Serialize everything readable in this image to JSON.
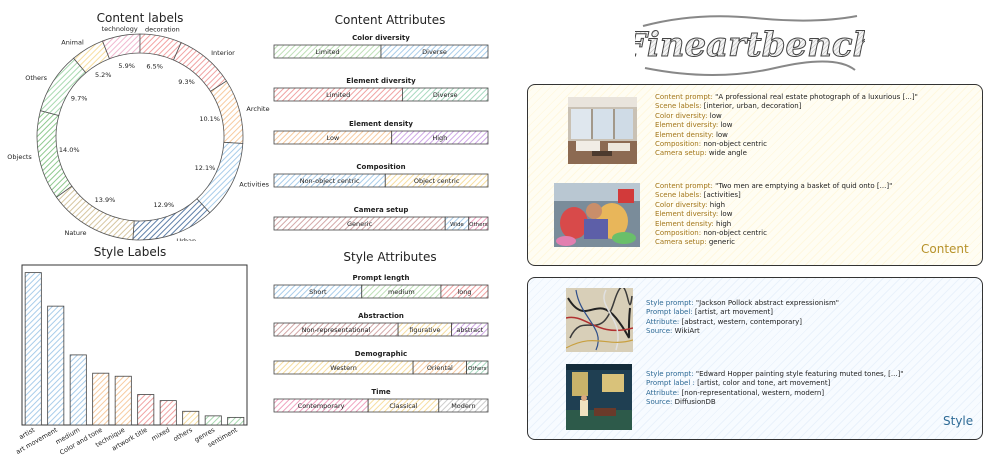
{
  "logo": {
    "text": "Fineartbench"
  },
  "content_labels": {
    "title": "Content labels"
  },
  "style_labels": {
    "title": "Style Labels"
  },
  "content_attributes": {
    "title": "Content Attributes",
    "groups": [
      {
        "name": "Color diversity",
        "segments": [
          {
            "label": "Limited",
            "share": 0.5,
            "color": "#bfe0b8"
          },
          {
            "label": "Diverse",
            "share": 0.5,
            "color": "#a9cdea"
          }
        ]
      },
      {
        "name": "Element diversity",
        "segments": [
          {
            "label": "Limited",
            "share": 0.6,
            "color": "#f0a3a3"
          },
          {
            "label": "Diverse",
            "share": 0.4,
            "color": "#a8d9c0"
          }
        ]
      },
      {
        "name": "Element density",
        "segments": [
          {
            "label": "Low",
            "share": 0.55,
            "color": "#f7cba0"
          },
          {
            "label": "High",
            "share": 0.45,
            "color": "#cfa8e6"
          }
        ]
      },
      {
        "name": "Composition",
        "segments": [
          {
            "label": "Non-object centric",
            "share": 0.52,
            "color": "#a9cdea"
          },
          {
            "label": "Object centric",
            "share": 0.48,
            "color": "#f7dea0"
          }
        ]
      },
      {
        "name": "Camera setup",
        "segments": [
          {
            "label": "Generic",
            "share": 0.8,
            "color": "#d3a8a8"
          },
          {
            "label": "Wide",
            "share": 0.11,
            "color": "#a9cdea"
          },
          {
            "label": "Others",
            "share": 0.09,
            "color": "#f0a3c0"
          }
        ]
      }
    ]
  },
  "style_attributes": {
    "title": "Style Attributes",
    "groups": [
      {
        "name": "Prompt length",
        "segments": [
          {
            "label": "Short",
            "share": 0.41,
            "color": "#a9cdea"
          },
          {
            "label": "medium",
            "share": 0.37,
            "color": "#bfe0b8"
          },
          {
            "label": "long",
            "share": 0.22,
            "color": "#f0a3a3"
          }
        ]
      },
      {
        "name": "Abstraction",
        "segments": [
          {
            "label": "Non-representational",
            "share": 0.58,
            "color": "#d3a8a8"
          },
          {
            "label": "figurative",
            "share": 0.25,
            "color": "#f7dea0"
          },
          {
            "label": "abstract",
            "share": 0.17,
            "color": "#cfa8e6"
          }
        ]
      },
      {
        "name": "Demographic",
        "segments": [
          {
            "label": "Western",
            "share": 0.65,
            "color": "#f7dea0"
          },
          {
            "label": "Oriental",
            "share": 0.25,
            "color": "#f7cba0"
          },
          {
            "label": "Others",
            "share": 0.1,
            "color": "#a8d9c0"
          }
        ]
      },
      {
        "name": "Time",
        "segments": [
          {
            "label": "Contemporary",
            "share": 0.44,
            "color": "#f0a3c0"
          },
          {
            "label": "Classical",
            "share": 0.33,
            "color": "#f7dea0"
          },
          {
            "label": "Modern",
            "share": 0.23,
            "color": "#cccccc"
          }
        ]
      }
    ]
  },
  "content_panel": {
    "tag": "Content",
    "examples": [
      {
        "image": "interior-photo",
        "lines": [
          {
            "key": "Content prompt:",
            "value": "\"A professional real estate photograph of a luxurious [...]\""
          },
          {
            "key": "Scene labels:",
            "value": "[interior, urban, decoration]"
          },
          {
            "key": "Color diversity:",
            "value": "low"
          },
          {
            "key": "Element diversity:",
            "value": "low"
          },
          {
            "key": "Element density:",
            "value": "low"
          },
          {
            "key": "Composition:",
            "value": "non-object centric"
          },
          {
            "key": "Camera setup:",
            "value": "wide angle"
          }
        ]
      },
      {
        "image": "activity-photo",
        "lines": [
          {
            "key": "Content prompt:",
            "value": "\"Two men are emptying a basket of quid onto [...]\""
          },
          {
            "key": "Scene labels:",
            "value": "[activities]"
          },
          {
            "key": "Color diversity:",
            "value": "high"
          },
          {
            "key": "Element diversity:",
            "value": "low"
          },
          {
            "key": "Element density:",
            "value": "high"
          },
          {
            "key": "Composition:",
            "value": "non-object centric"
          },
          {
            "key": "Camera setup:",
            "value": "generic"
          }
        ]
      }
    ]
  },
  "style_panel": {
    "tag": "Style",
    "examples": [
      {
        "image": "pollock-painting",
        "lines": [
          {
            "key": "Style prompt:",
            "value": "\"Jackson Pollock abstract expressionism\""
          },
          {
            "key": "Prompt label:",
            "value": "[artist, art movement]"
          },
          {
            "key": "Attribute:",
            "value": "[abstract, western, contemporary]"
          },
          {
            "key": "Source:",
            "value": "WikiArt"
          }
        ]
      },
      {
        "image": "hopper-painting",
        "lines": [
          {
            "key": "Style prompt:",
            "value": "\"Edward Hopper painting style featuring muted tones, [...]\""
          },
          {
            "key": "Prompt label :",
            "value": "[artist, color and tone, art movement]"
          },
          {
            "key": "Attribute:",
            "value": "[non-representational, western, modern]"
          },
          {
            "key": "Source:",
            "value": "DiffusionDB"
          }
        ]
      }
    ]
  },
  "chart_data": [
    {
      "type": "pie",
      "title": "Content labels",
      "categories": [
        "Interior",
        "Architecture",
        "Activities",
        "Urban",
        "Nature",
        "Objects",
        "Others",
        "Animal",
        "technology",
        "decoration"
      ],
      "values": [
        9.3,
        10.1,
        12.1,
        12.9,
        13.9,
        14.0,
        9.7,
        5.2,
        5.9,
        6.5
      ],
      "value_labels": [
        "9.3%",
        "10.1%",
        "12.1%",
        "12.9%",
        "13.9%",
        "14.0%",
        "9.7%",
        "5.2%",
        "5.9%",
        "6.5%"
      ],
      "colors": [
        "#f0a3a3",
        "#f7cba0",
        "#a9cdea",
        "#5d7fa8",
        "#d6c6a0",
        "#8fc98f",
        "#a8d9b0",
        "#f7dea0",
        "#f0b8d0",
        "#f3a2a2"
      ],
      "donut": true,
      "legend": "none"
    },
    {
      "type": "bar",
      "title": "Style Labels",
      "categories": [
        "artist",
        "art movement",
        "medium",
        "Color and tone",
        "technique",
        "artwork title",
        "mixed",
        "others",
        "genres",
        "sentiment"
      ],
      "values": [
        100,
        78,
        46,
        34,
        32,
        20,
        16,
        9,
        6,
        5
      ],
      "colors": [
        "#a9cdea",
        "#a9cdea",
        "#a9cdea",
        "#f7cba0",
        "#f7cba0",
        "#f0a3a3",
        "#f0a3a3",
        "#f7dea0",
        "#a8d9b0",
        "#a8d9b0"
      ],
      "ylim": [
        0,
        105
      ],
      "grid": false
    }
  ]
}
